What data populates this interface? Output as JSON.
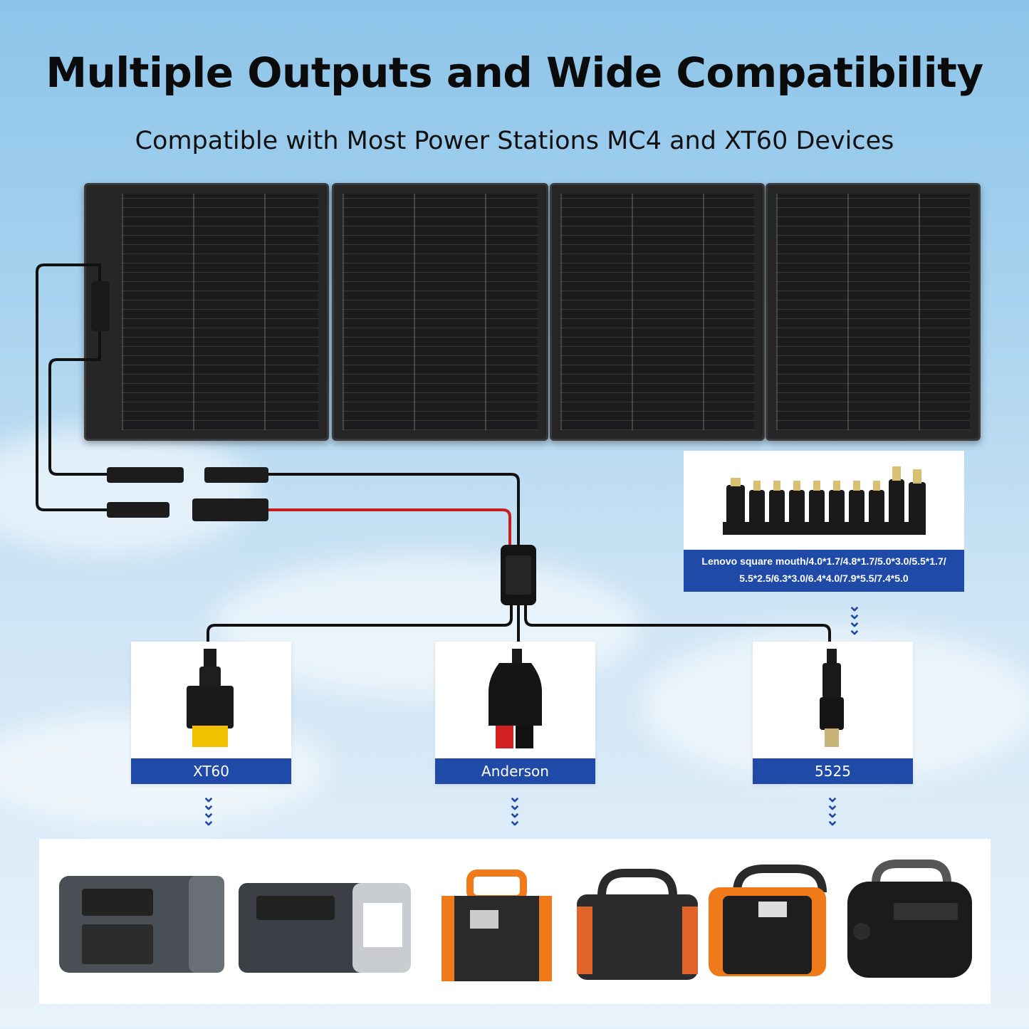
{
  "header": {
    "title": "Multiple Outputs and Wide Compatibility",
    "subtitle": "Compatible with Most Power Stations MC4 and XT60 Devices"
  },
  "tips": {
    "line1": "Lenovo square mouth/4.0*1.7/4.8*1.7/5.0*3.0/5.5*1.7/",
    "line2": "5.5*2.5/6.3*3.0/6.4*4.0/7.9*5.5/7.4*5.0"
  },
  "connectors": [
    {
      "label": "XT60"
    },
    {
      "label": "Anderson"
    },
    {
      "label": "5525"
    }
  ],
  "colors": {
    "accent": "#1f4aa8",
    "xt60_plug": "#f2c200",
    "anderson_red": "#d32020",
    "station_orange": "#f07a1a"
  }
}
